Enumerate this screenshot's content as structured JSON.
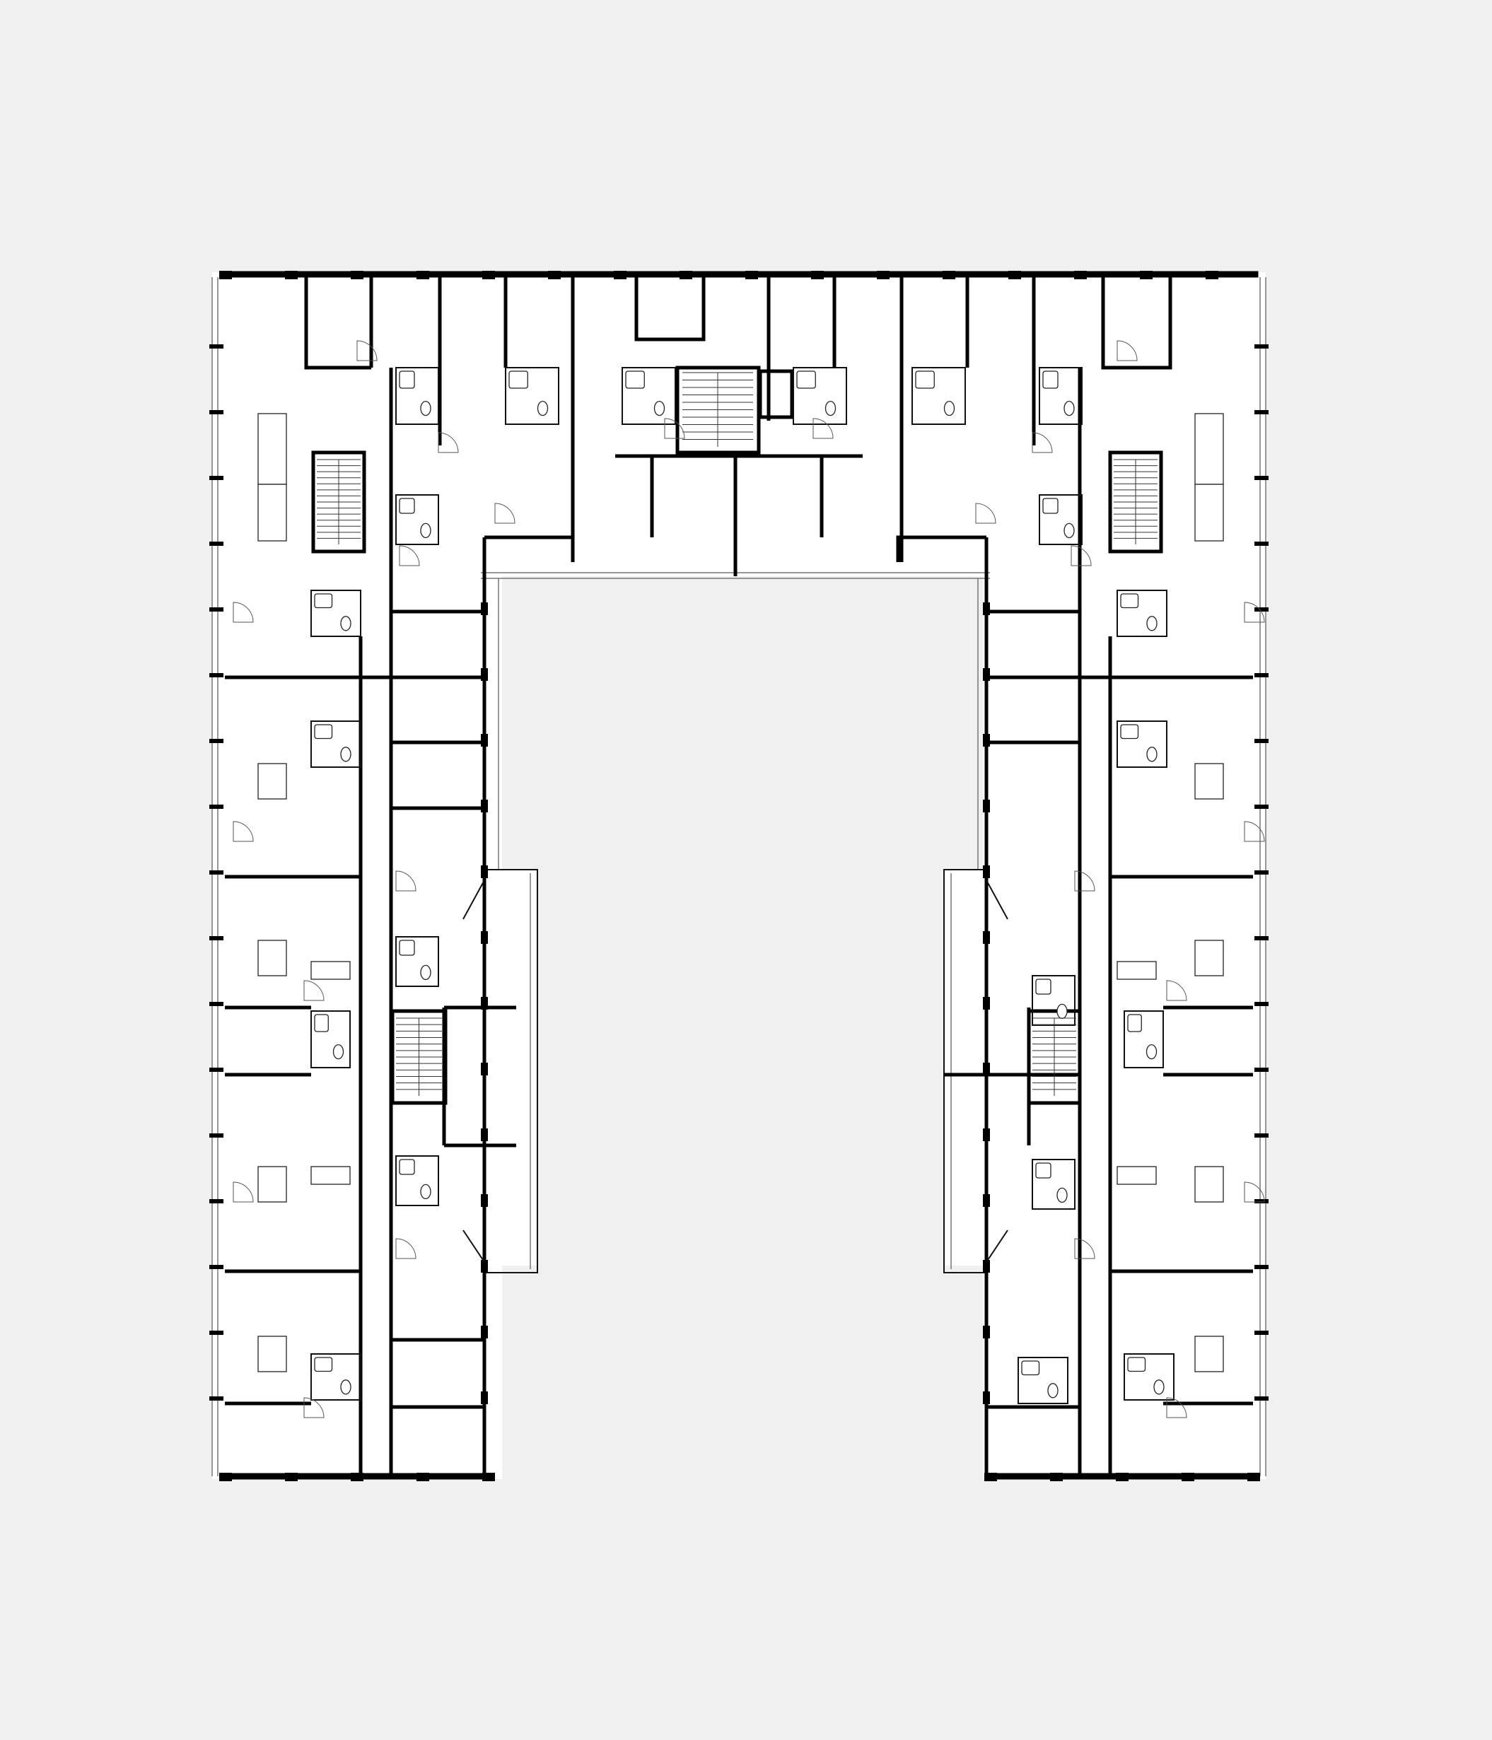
{
  "drawing": {
    "kind": "floor plan",
    "shape": "U-shaped residential block",
    "style": "black line drawing on light grey background",
    "colors": {
      "background": "#f0f0f0",
      "floor": "#ffffff",
      "walls": "#000000",
      "glazing": "#777777"
    }
  }
}
